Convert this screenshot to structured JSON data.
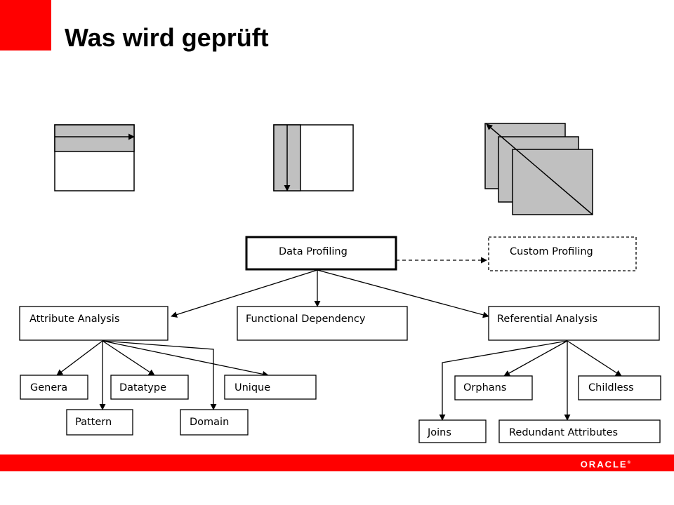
{
  "slide": {
    "title": "Was wird geprüft"
  },
  "diagram": {
    "root": "Data Profiling",
    "custom": "Custom Profiling",
    "branches": {
      "attribute": "Attribute Analysis",
      "functional": "Functional Dependency",
      "referential": "Referential Analysis"
    },
    "attribute_children": {
      "general": "Genera",
      "pattern": "Pattern",
      "datatype": "Datatype",
      "domain": "Domain",
      "unique": "Unique"
    },
    "referential_children": {
      "joins": "Joins",
      "orphans": "Orphans",
      "redundant": "Redundant Attributes",
      "childless": "Childless"
    }
  },
  "footer": {
    "logo": "ORACLE"
  },
  "colors": {
    "accent_red": "#ff0000",
    "icon_gray": "#c0c0c0"
  }
}
